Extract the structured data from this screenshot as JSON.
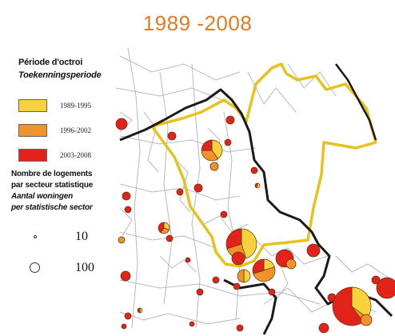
{
  "title": "1989 -2008",
  "legend": {
    "period_title_fr": "Période d'octroi",
    "period_title_nl": "Toekenningsperiode",
    "periods": [
      {
        "label": "1989-1995",
        "color": "#f7d23c"
      },
      {
        "label": "1996-2002",
        "color": "#f2922a"
      },
      {
        "label": "2003-2008",
        "color": "#e3221c"
      }
    ],
    "size_title_fr_1": "Nombre de logements",
    "size_title_fr_2": "par secteur statistique",
    "size_title_nl_1": "Aantal woningen",
    "size_title_nl_2": "per statistische sector",
    "sizes": [
      {
        "label": "10",
        "value": 10
      },
      {
        "label": "100",
        "value": 100
      }
    ]
  },
  "colors": {
    "zone_outline": "#e8c21c",
    "boundary": "#1a1a1a",
    "streets": "#b8b8c0",
    "slice_1989": "#f7d23c",
    "slice_1996": "#f2922a",
    "slice_2003": "#e3221c"
  }
}
